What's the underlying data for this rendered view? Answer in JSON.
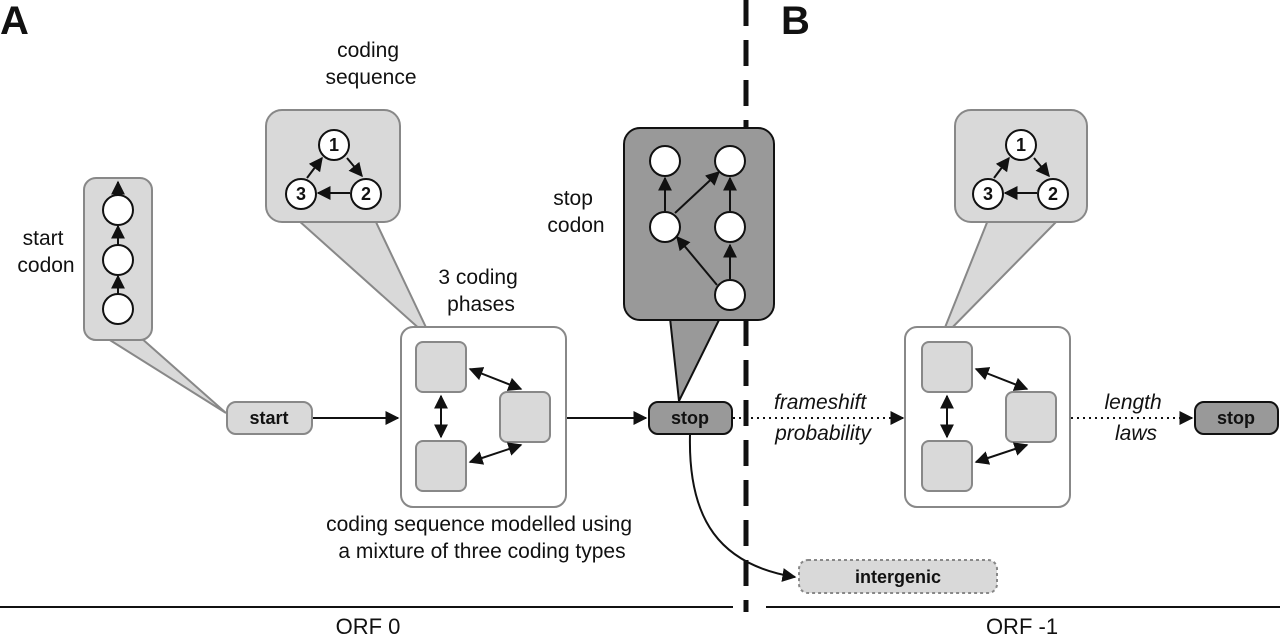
{
  "panels": {
    "a": "A",
    "b": "B"
  },
  "labels": {
    "coding_sequence": [
      "coding",
      "sequence"
    ],
    "start_codon": [
      "start",
      "codon"
    ],
    "stop_codon": [
      "stop",
      "codon"
    ],
    "coding_phases": [
      "3 coding",
      "phases"
    ],
    "modelled": [
      "coding sequence modelled using",
      "a mixture of three coding types"
    ],
    "frameshift": [
      "frameshift",
      "probability"
    ],
    "length_laws": [
      "length",
      "laws"
    ]
  },
  "nodes": {
    "start": "start",
    "stop_a": "stop",
    "stop_b": "stop",
    "intergenic": "intergenic"
  },
  "phase_numbers": [
    "1",
    "2",
    "3"
  ],
  "orf": {
    "left": "ORF 0",
    "right": "ORF -1"
  }
}
